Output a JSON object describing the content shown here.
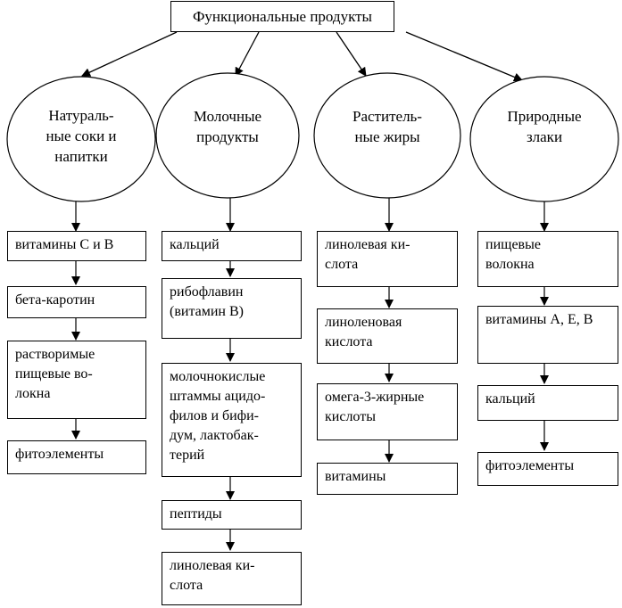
{
  "root": "Функциональные продукты",
  "columns": [
    {
      "title": "Натураль-\nные соки и\nнапитки",
      "items": [
        "витамины С и В",
        "бета-каротин",
        "растворимые\nпищевые во-\nлокна",
        "фитоэлементы"
      ]
    },
    {
      "title": "Молочные\nпродукты",
      "items": [
        "кальций",
        "рибофлавин\n(витамин В)",
        "молочнокислые\nштаммы ацидо-\nфилов и бифи-\nдум, лактобак-\nтерий",
        "пептиды",
        "линолевая ки-\nслота"
      ]
    },
    {
      "title": "Раститель-\nные жиры",
      "items": [
        "линолевая ки-\nслота",
        "линоленовая\nкислота",
        "омега-3-жирные\nкислоты",
        "витамины"
      ]
    },
    {
      "title": "Природные\nзлаки",
      "items": [
        "пищевые\nволокна",
        "витамины А, Е, В",
        "кальций",
        "фитоэлементы"
      ]
    }
  ]
}
